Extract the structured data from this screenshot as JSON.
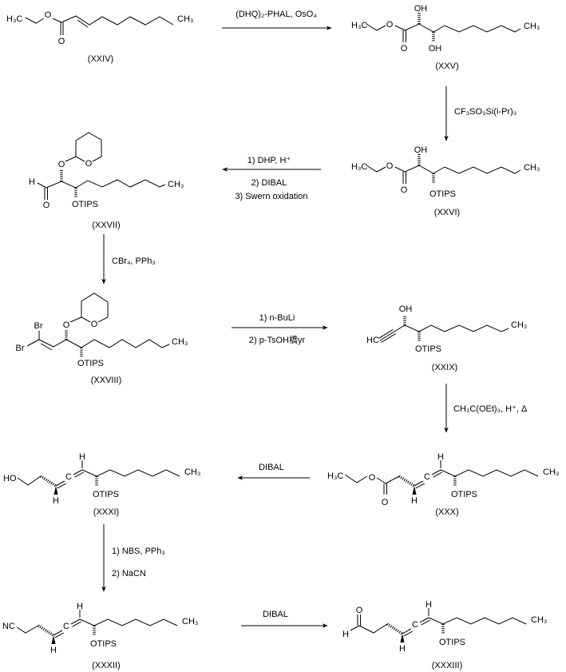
{
  "compounds": {
    "c24": "(XXIV)",
    "c25": "(XXV)",
    "c26": "(XXVI)",
    "c27": "(XXVII)",
    "c28": "(XXVIII)",
    "c29": "(XXIX)",
    "c30": "(XXX)",
    "c31": "(XXXI)",
    "c32": "(XXXII)",
    "c33": "(XXXIII)"
  },
  "atoms": {
    "H": "H",
    "C": "C",
    "O": "O",
    "OH": "OH",
    "OTIPS": "OTIPS",
    "CH3": "CH₃",
    "H3C": "H₃C",
    "HO": "HO",
    "NC": "NC",
    "HC": "HC",
    "Br": "Br"
  },
  "reagents": {
    "step1": "(DHQ)₂-PHAL, OsO₄",
    "step2": "CF₃SO₃Si(i-Pr)₃",
    "step3": [
      "1) DHP, H⁺",
      "2) DIBAL",
      "3) Swern oxidation"
    ],
    "step4": "CBr₄, PPh₃",
    "step5": [
      "1) n-BuLi",
      "2) p-TsOH橋yr"
    ],
    "step6": "CH₃C(OEt)₃, H⁺, Δ",
    "step7": "DIBAL",
    "step8": [
      "1) NBS, PPh₃",
      "2) NaCN"
    ],
    "step9": "DIBAL"
  }
}
